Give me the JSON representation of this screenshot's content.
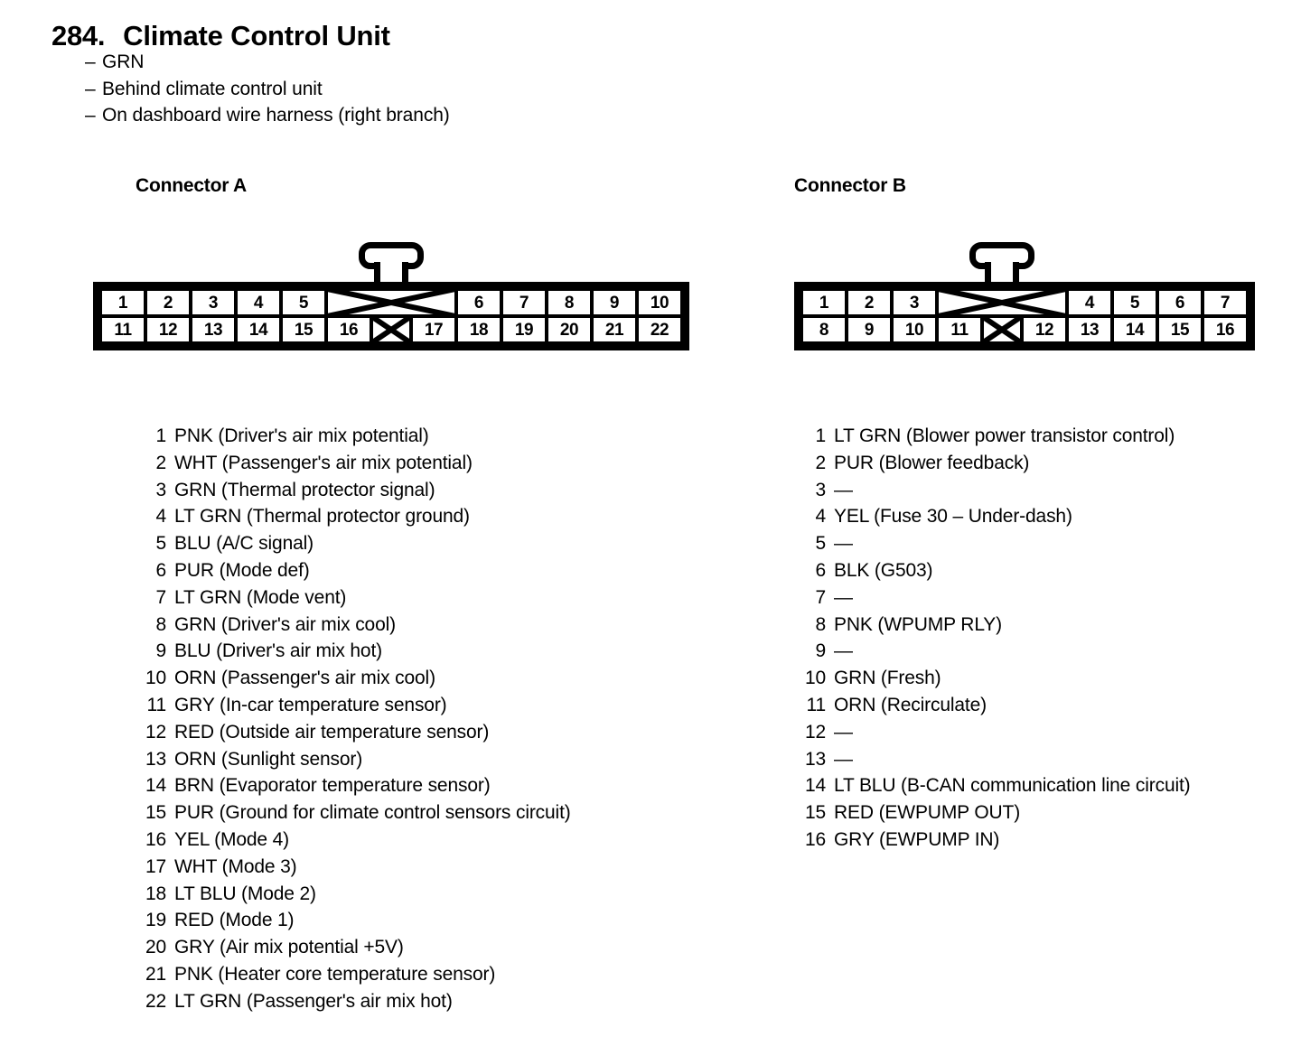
{
  "header": {
    "number": "284.",
    "title": "Climate Control Unit",
    "notes": [
      "GRN",
      "Behind climate control unit",
      "On dashboard wire harness (right branch)"
    ],
    "note_dash": "–"
  },
  "connectors": [
    {
      "id": "a",
      "label": "Connector A",
      "diagram": {
        "top_row": [
          {
            "type": "pin",
            "label": "1",
            "width": 46
          },
          {
            "type": "pin",
            "label": "2",
            "width": 46
          },
          {
            "type": "pin",
            "label": "3",
            "width": 46
          },
          {
            "type": "pin",
            "label": "4",
            "width": 46
          },
          {
            "type": "pin",
            "label": "5",
            "width": 46
          },
          {
            "type": "blank",
            "label": "",
            "width": 140
          },
          {
            "type": "pin",
            "label": "6",
            "width": 46
          },
          {
            "type": "pin",
            "label": "7",
            "width": 46
          },
          {
            "type": "pin",
            "label": "8",
            "width": 46
          },
          {
            "type": "pin",
            "label": "9",
            "width": 46
          },
          {
            "type": "pin",
            "label": "10",
            "width": 46
          }
        ],
        "bottom_row": [
          {
            "type": "pin",
            "label": "11",
            "width": 46
          },
          {
            "type": "pin",
            "label": "12",
            "width": 46
          },
          {
            "type": "pin",
            "label": "13",
            "width": 46
          },
          {
            "type": "pin",
            "label": "14",
            "width": 46
          },
          {
            "type": "pin",
            "label": "15",
            "width": 46
          },
          {
            "type": "pin",
            "label": "16",
            "width": 46
          },
          {
            "type": "blank",
            "label": "",
            "width": 40
          },
          {
            "type": "pin",
            "label": "17",
            "width": 46
          },
          {
            "type": "pin",
            "label": "18",
            "width": 46
          },
          {
            "type": "pin",
            "label": "19",
            "width": 46
          },
          {
            "type": "pin",
            "label": "20",
            "width": 46
          },
          {
            "type": "pin",
            "label": "21",
            "width": 46
          },
          {
            "type": "pin",
            "label": "22",
            "width": 46
          }
        ]
      },
      "pins": [
        {
          "num": "1",
          "desc": "PNK (Driver's air mix potential)"
        },
        {
          "num": "2",
          "desc": "WHT (Passenger's air mix potential)"
        },
        {
          "num": "3",
          "desc": "GRN (Thermal protector signal)"
        },
        {
          "num": "4",
          "desc": "LT GRN (Thermal protector ground)"
        },
        {
          "num": "5",
          "desc": "BLU (A/C signal)"
        },
        {
          "num": "6",
          "desc": "PUR (Mode def)"
        },
        {
          "num": "7",
          "desc": "LT GRN (Mode vent)"
        },
        {
          "num": "8",
          "desc": "GRN (Driver's air mix cool)"
        },
        {
          "num": "9",
          "desc": "BLU (Driver's air mix hot)"
        },
        {
          "num": "10",
          "desc": "ORN (Passenger's air mix cool)"
        },
        {
          "num": "11",
          "desc": "GRY (In-car temperature sensor)"
        },
        {
          "num": "12",
          "desc": "RED (Outside air temperature sensor)"
        },
        {
          "num": "13",
          "desc": "ORN (Sunlight sensor)"
        },
        {
          "num": "14",
          "desc": "BRN (Evaporator temperature sensor)"
        },
        {
          "num": "15",
          "desc": "PUR (Ground for climate control sensors circuit)"
        },
        {
          "num": "16",
          "desc": "YEL (Mode 4)"
        },
        {
          "num": "17",
          "desc": "WHT (Mode 3)"
        },
        {
          "num": "18",
          "desc": "LT BLU (Mode 2)"
        },
        {
          "num": "19",
          "desc": "RED (Mode 1)"
        },
        {
          "num": "20",
          "desc": "GRY (Air mix potential +5V)"
        },
        {
          "num": "21",
          "desc": "PNK (Heater core temperature sensor)"
        },
        {
          "num": "22",
          "desc": "LT GRN (Passenger's air mix hot)"
        }
      ]
    },
    {
      "id": "b",
      "label": "Connector B",
      "diagram": {
        "top_row": [
          {
            "type": "pin",
            "label": "1",
            "width": 46
          },
          {
            "type": "pin",
            "label": "2",
            "width": 46
          },
          {
            "type": "pin",
            "label": "3",
            "width": 46
          },
          {
            "type": "blank",
            "label": "",
            "width": 140
          },
          {
            "type": "pin",
            "label": "4",
            "width": 46
          },
          {
            "type": "pin",
            "label": "5",
            "width": 46
          },
          {
            "type": "pin",
            "label": "6",
            "width": 46
          },
          {
            "type": "pin",
            "label": "7",
            "width": 46
          }
        ],
        "bottom_row": [
          {
            "type": "pin",
            "label": "8",
            "width": 46
          },
          {
            "type": "pin",
            "label": "9",
            "width": 46
          },
          {
            "type": "pin",
            "label": "10",
            "width": 46
          },
          {
            "type": "pin",
            "label": "11",
            "width": 46
          },
          {
            "type": "blank",
            "label": "",
            "width": 40
          },
          {
            "type": "pin",
            "label": "12",
            "width": 46
          },
          {
            "type": "pin",
            "label": "13",
            "width": 46
          },
          {
            "type": "pin",
            "label": "14",
            "width": 46
          },
          {
            "type": "pin",
            "label": "15",
            "width": 46
          },
          {
            "type": "pin",
            "label": "16",
            "width": 46
          }
        ]
      },
      "pins": [
        {
          "num": "1",
          "desc": "LT GRN (Blower power transistor control)"
        },
        {
          "num": "2",
          "desc": "PUR (Blower feedback)"
        },
        {
          "num": "3",
          "desc": "—"
        },
        {
          "num": "4",
          "desc": "YEL (Fuse 30 – Under-dash)"
        },
        {
          "num": "5",
          "desc": "—"
        },
        {
          "num": "6",
          "desc": "BLK (G503)"
        },
        {
          "num": "7",
          "desc": "—"
        },
        {
          "num": "8",
          "desc": "PNK (WPUMP RLY)"
        },
        {
          "num": "9",
          "desc": "—"
        },
        {
          "num": "10",
          "desc": "GRN (Fresh)"
        },
        {
          "num": "11",
          "desc": "ORN (Recirculate)"
        },
        {
          "num": "12",
          "desc": "—"
        },
        {
          "num": "13",
          "desc": "—"
        },
        {
          "num": "14",
          "desc": "LT BLU (B-CAN communication line circuit)"
        },
        {
          "num": "15",
          "desc": "RED (EWPUMP OUT)"
        },
        {
          "num": "16",
          "desc": "GRY (EWPUMP IN)"
        }
      ]
    }
  ],
  "colors": {
    "ink": "#000000",
    "paper": "#ffffff"
  }
}
